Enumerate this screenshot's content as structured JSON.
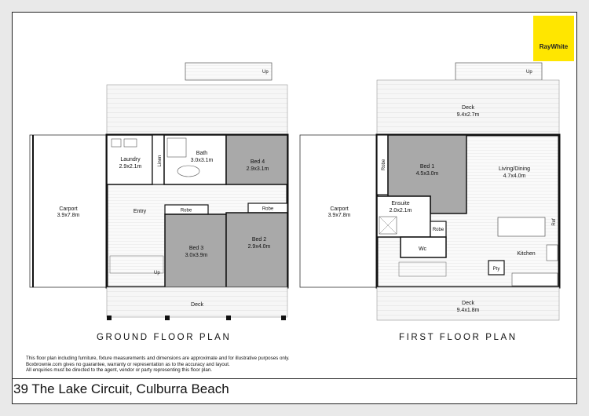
{
  "logo": {
    "text": "RayWhite",
    "color": "#ffe600"
  },
  "ground": {
    "title": "GROUND FLOOR PLAN",
    "up": "Up",
    "up_stair": "Up",
    "carport": {
      "name": "Carport",
      "dims": "3.9x7.8m"
    },
    "laundry": {
      "name": "Laundry",
      "dims": "2.9x2.1m"
    },
    "linen": "Linen",
    "bath": {
      "name": "Bath",
      "dims": "3.0x3.1m"
    },
    "bed4": {
      "name": "Bed 4",
      "dims": "2.9x3.1m"
    },
    "entry": "Entry",
    "robe3": "Robe",
    "robe2": "Robe",
    "bed3": {
      "name": "Bed 3",
      "dims": "3.0x3.9m"
    },
    "bed2": {
      "name": "Bed 2",
      "dims": "2.9x4.0m"
    },
    "deck": "Deck"
  },
  "first": {
    "title": "FIRST FLOOR PLAN",
    "up": "Up",
    "deck_top": {
      "name": "Deck",
      "dims": "9.4x2.7m"
    },
    "carport": {
      "name": "Carport",
      "dims": "3.9x7.8m"
    },
    "robe_left": "Robe",
    "bed1": {
      "name": "Bed 1",
      "dims": "4.5x3.0m"
    },
    "living": {
      "name": "Living/Dining",
      "dims": "4.7x4.0m"
    },
    "ensuite": {
      "name": "Ensuite",
      "dims": "2.0x2.1m"
    },
    "robe_small": "Robe",
    "ref": "Ref",
    "wc": "Wc",
    "kitchen": "Kitchen",
    "pty": "Pty",
    "deck_bottom": {
      "name": "Deck",
      "dims": "9.4x1.8m"
    }
  },
  "disclaimer": [
    "This floor plan including furniture, fixture measurements and dimensions are approximate and for illustrative purposes only.",
    "Boxbrownie.com gives no guarantee, warranty or representation as to the accuracy and layout.",
    "All enquiries must be directed to the agent, vendor or party representing this floor plan."
  ],
  "address": "39 The Lake Circuit, Culburra Beach",
  "colors": {
    "bedroom_fill": "#a9a9a9",
    "wall": "#111111",
    "deck_fill": "#f2f2f2"
  }
}
